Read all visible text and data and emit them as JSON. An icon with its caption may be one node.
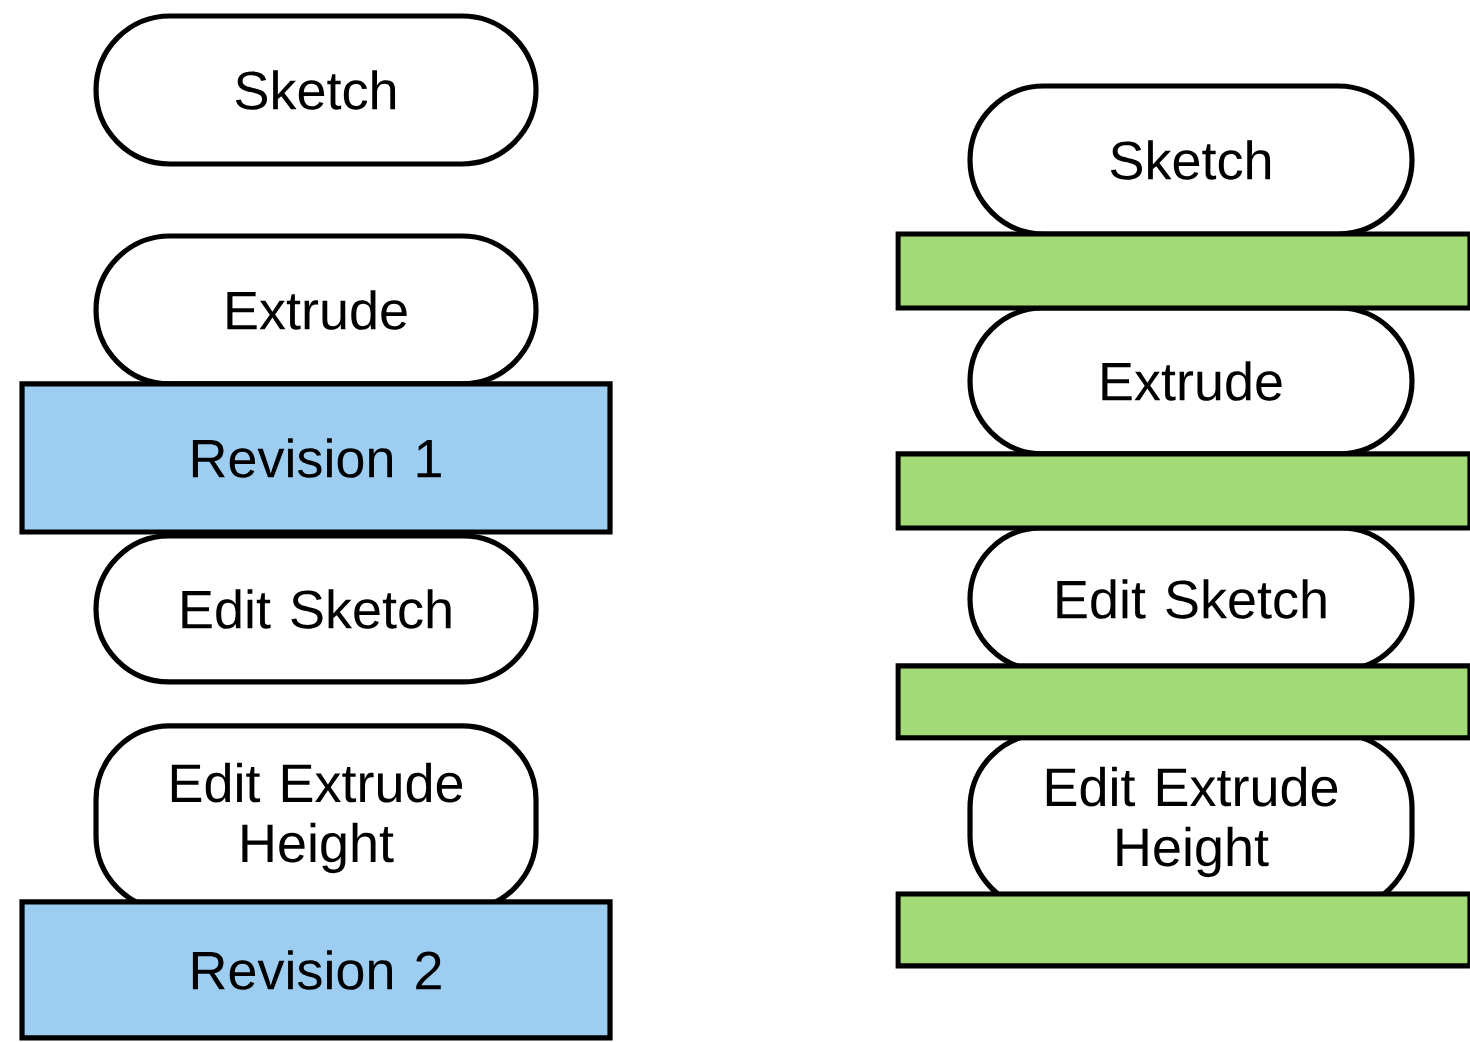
{
  "diagram": {
    "nodes": [
      {
        "text": [
          "Sketch"
        ]
      },
      {
        "text": [
          "Extrude"
        ]
      },
      {
        "text": [
          "Revision 1"
        ]
      },
      {
        "text": [
          "Edit Sketch"
        ]
      },
      {
        "text": [
          "Edit Extrude Height"
        ]
      },
      {
        "text": [
          "Revision 2"
        ]
      },
      {
        "text": [
          "Sketch"
        ]
      },
      {
        "text": [],
        "shape": "bar"
      },
      {
        "text": [
          "Extrude"
        ]
      },
      {
        "text": [],
        "shape": "bar"
      },
      {
        "text": [
          "Edit Sketch"
        ]
      },
      {
        "text": [],
        "shape": "bar"
      },
      {
        "text": [
          "Edit Extrude Height"
        ]
      },
      {
        "text": [],
        "shape": "bar"
      }
    ]
  }
}
